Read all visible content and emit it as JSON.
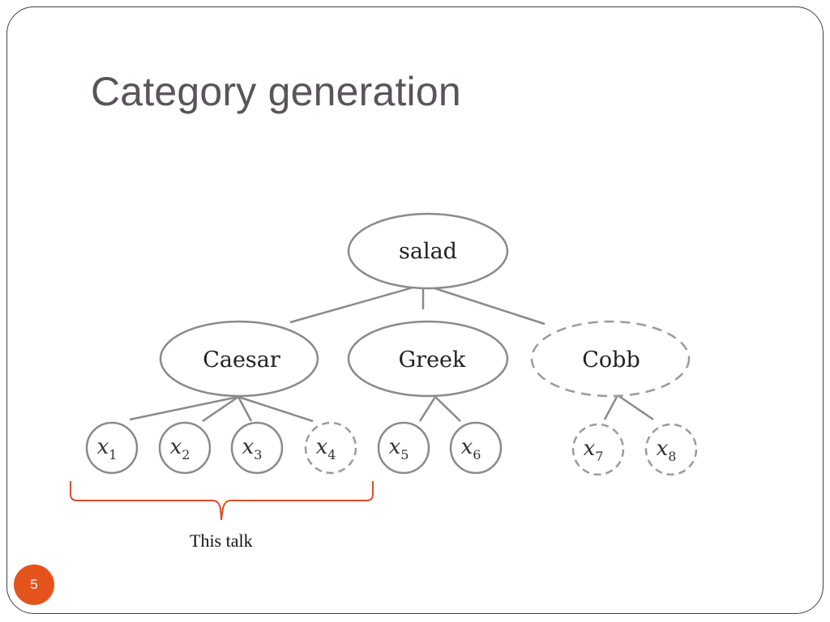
{
  "slide": {
    "title": "Category generation",
    "page_number": "5",
    "annotation": "This talk"
  },
  "tree": {
    "root": "salad",
    "categories": [
      {
        "label": "Caesar",
        "dashed": false
      },
      {
        "label": "Greek",
        "dashed": false
      },
      {
        "label": "Cobb",
        "dashed": true
      }
    ],
    "leaves": [
      {
        "var": "x",
        "sub": "1",
        "dashed": false
      },
      {
        "var": "x",
        "sub": "2",
        "dashed": false
      },
      {
        "var": "x",
        "sub": "3",
        "dashed": false
      },
      {
        "var": "x",
        "sub": "4",
        "dashed": true
      },
      {
        "var": "x",
        "sub": "5",
        "dashed": false
      },
      {
        "var": "x",
        "sub": "6",
        "dashed": false
      },
      {
        "var": "x",
        "sub": "7",
        "dashed": true
      },
      {
        "var": "x",
        "sub": "8",
        "dashed": true
      }
    ]
  },
  "colors": {
    "title": "#5a5458",
    "bracket": "#d9502a",
    "badge": "#e5531d",
    "stroke": "#8a8a8a"
  }
}
